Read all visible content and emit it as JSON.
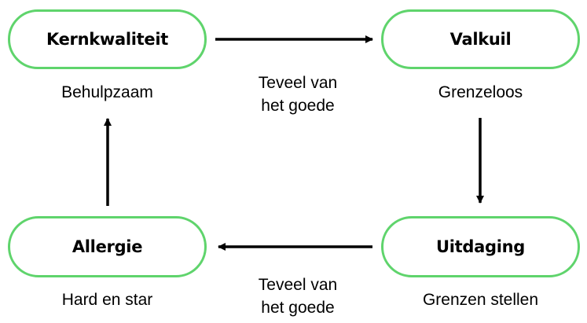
{
  "colors": {
    "node_border": "#5fd46c",
    "arrow": "#000000"
  },
  "nodes": {
    "kernkwaliteit": {
      "label": "Kernkwaliteit",
      "caption": "Behulpzaam"
    },
    "valkuil": {
      "label": "Valkuil",
      "caption": "Grenzeloos"
    },
    "uitdaging": {
      "label": "Uitdaging",
      "caption": "Grenzen stellen"
    },
    "allergie": {
      "label": "Allergie",
      "caption": "Hard en star"
    }
  },
  "edges": {
    "top": {
      "line1": "Teveel van",
      "line2": "het goede"
    },
    "bottom": {
      "line1": "Teveel van",
      "line2": "het goede"
    }
  }
}
